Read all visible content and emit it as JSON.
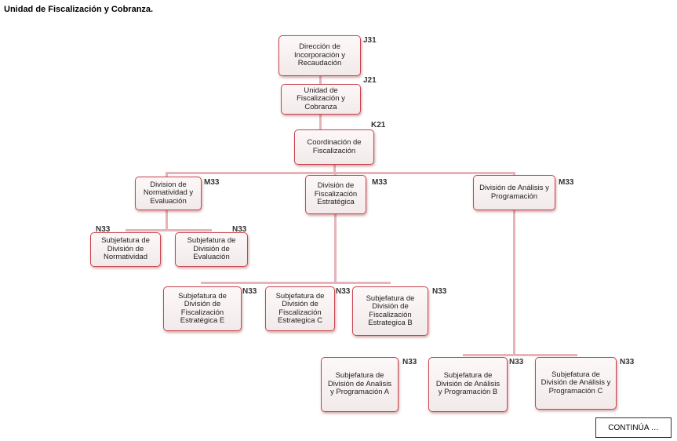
{
  "title": "Unidad de Fiscalización y Cobranza.",
  "nodes": [
    {
      "label": "Dirección de Incorporación y Recaudación",
      "code": "J31"
    },
    {
      "label": "Unidad de Fiscalización y Cobranza",
      "code": "J21"
    },
    {
      "label": "Coordinación de Fiscalización",
      "code": "K21"
    },
    {
      "label": "Division de Normatividad y Evaluación",
      "code": "M33"
    },
    {
      "label": "División de Fiscalización Estratégica",
      "code": "M33"
    },
    {
      "label": "División de Análisis y Programación",
      "code": "M33"
    },
    {
      "label": "Subjefatura de División de Normatividad",
      "code": "N33"
    },
    {
      "label": "Subjefatura de División de Evaluación",
      "code": "N33"
    },
    {
      "label": "Subjefatura de División de Fiscalización Estratégica E",
      "code": "N33"
    },
    {
      "label": "Subjefatura de División de Fiscalización Estrategica C",
      "code": "N33"
    },
    {
      "label": "Subjefatura de División de Fiscalización Estrategica B",
      "code": "N33"
    },
    {
      "label": "Subjefatura de División de Analisis y Programación A",
      "code": "N33"
    },
    {
      "label": "Subjefatura de División de Análisis y Programación B",
      "code": "N33"
    },
    {
      "label": "Subjefatura de División de Análisis y Programación C",
      "code": "N33"
    }
  ],
  "continue_label": "CONTINÚA …"
}
